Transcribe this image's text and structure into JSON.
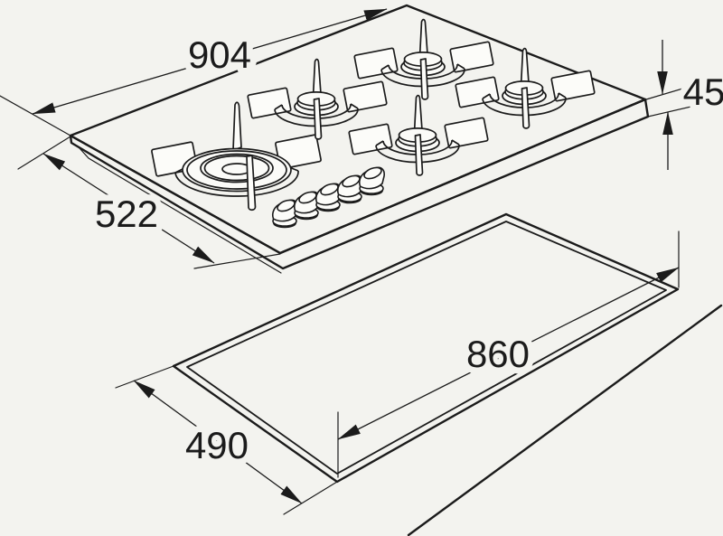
{
  "diagram": {
    "description": "Installation line drawing of a five-burner gas hob shown above its rectangular worktop cut-out, with millimetre dimensions",
    "background_color": "#f3f3ef",
    "line_color": "#1b1b1b",
    "hob": {
      "burner_count": 5,
      "knob_count": 5,
      "dimensions": {
        "width": "904",
        "depth": "522",
        "thickness": "45"
      }
    },
    "cutout": {
      "dimensions": {
        "width": "860",
        "depth": "490"
      }
    }
  }
}
